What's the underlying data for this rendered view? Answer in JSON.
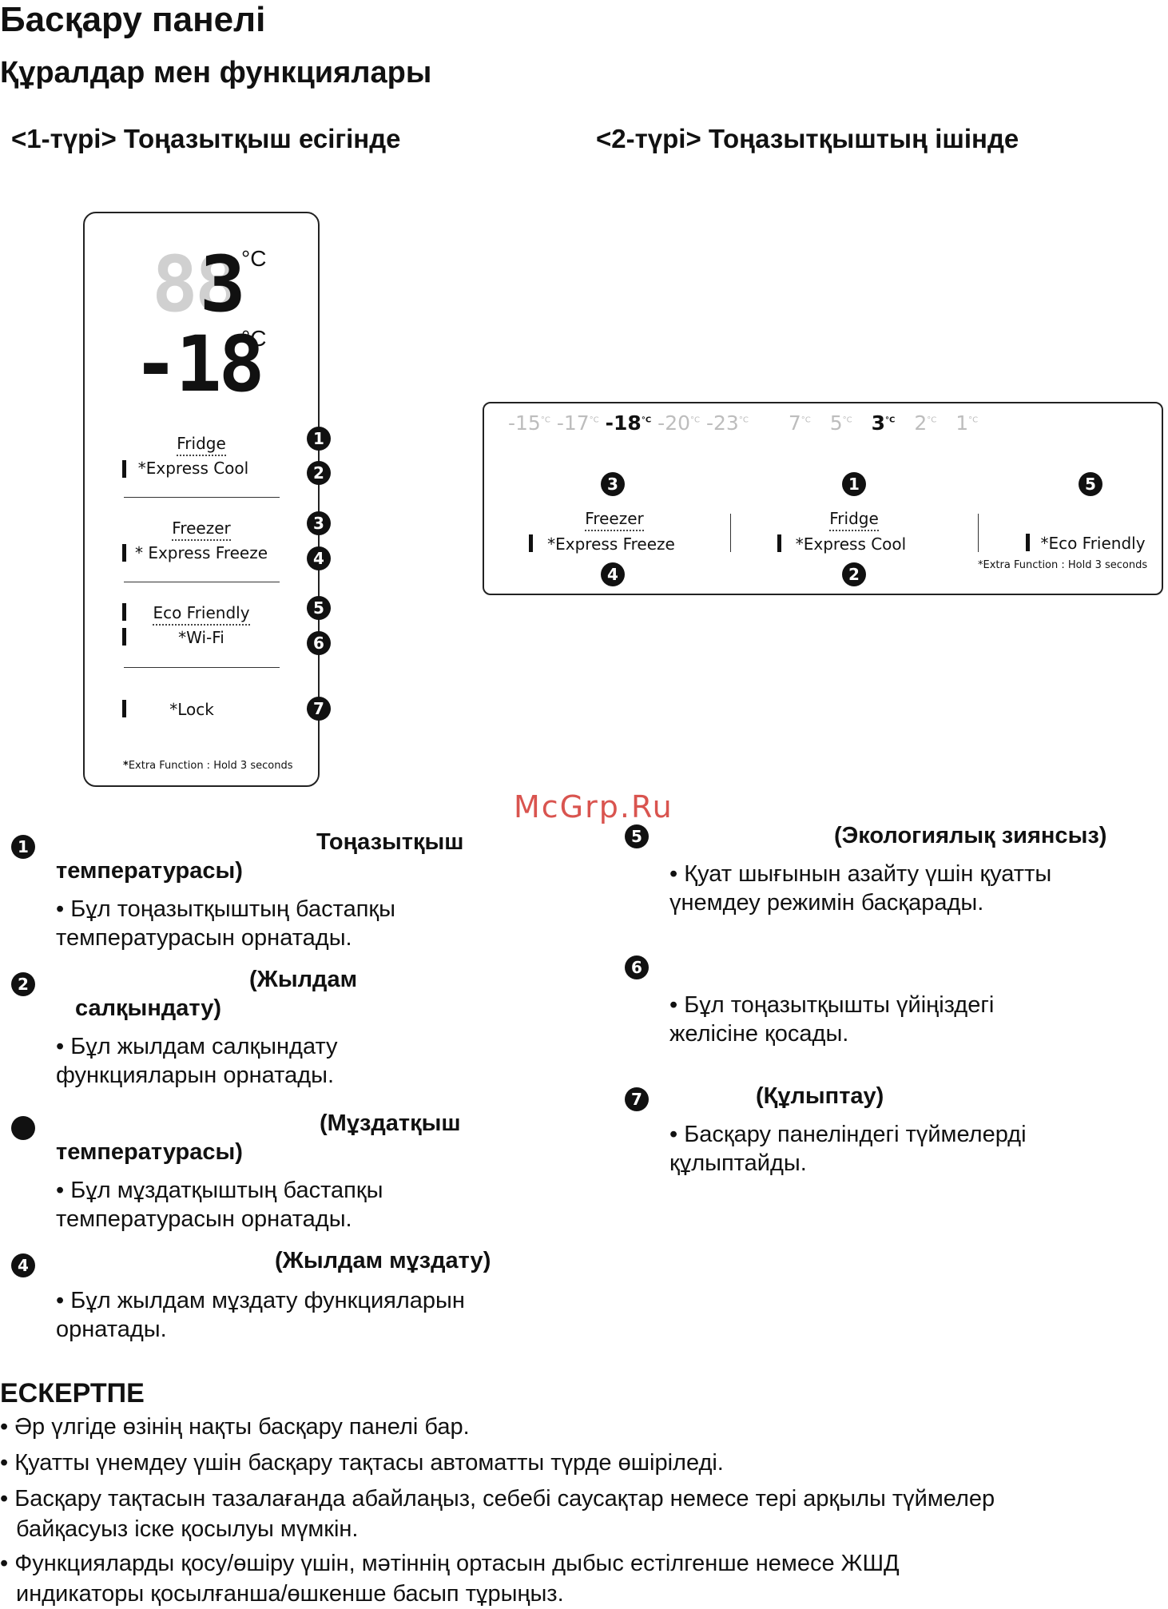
{
  "page": {
    "title": "Басқару панелі",
    "subtitle": "Құралдар мен функциялары",
    "type1_heading": "<1-түрі> Тоңазытқыш есігінде",
    "type2_heading": "<2-түрі> Тоңазытқыштың ішінде"
  },
  "panel1": {
    "display_top": "3",
    "display_top_ghost": "88",
    "display_bottom": "-18",
    "unit": "°C",
    "fridge": "Fridge",
    "express_cool": "*Express Cool",
    "freezer": "Freezer",
    "express_freeze": "* Express Freeze",
    "eco_friendly": "Eco Friendly",
    "wifi": "*Wi-Fi",
    "lock": "*Lock",
    "extra_note_star": "*",
    "extra_note": "Extra Function : Hold 3 seconds"
  },
  "panel2": {
    "freezer_temps": [
      "-15",
      "-17",
      "-18",
      "-20",
      "-23"
    ],
    "fridge_temps": [
      "7",
      "5",
      "3",
      "2",
      "1"
    ],
    "temp_unit": "°C",
    "freezer": "Freezer",
    "express_freeze": "*Express Freeze",
    "fridge": "Fridge",
    "express_cool": "*Express Cool",
    "eco_friendly": "*Eco Friendly",
    "extra_note": "*Extra Function : Hold 3 seconds"
  },
  "numbers": [
    "1",
    "2",
    "3",
    "4",
    "5",
    "6",
    "7"
  ],
  "watermark": "McGrp.Ru",
  "descriptions": {
    "item1": {
      "title_a": "Тоңазытқыш",
      "title_b": "температурасы)",
      "text": "Бұл тоңазытқыштың бастапқы температурасын орнатады."
    },
    "item2": {
      "title_a": "(Жылдам",
      "title_b": "салқындату)",
      "text": "Бұл жылдам салқындату функцияларын орнатады."
    },
    "item3": {
      "title_a": "(Мұздатқыш",
      "title_b": "температурасы)",
      "text": "Бұл мұздатқыштың бастапқы температурасын орнатады."
    },
    "item4": {
      "title_a": "(Жылдам мұздату)",
      "text": "Бұл жылдам мұздату функцияларын орнатады."
    },
    "item5": {
      "title_a": "(Экологиялық зиянсыз)",
      "text": "Қуат шығынын азайту үшін қуатты үнемдеу режимін басқарады."
    },
    "item6": {
      "text": "Бұл тоңазытқышты үйіңіздегі желісіне қосады."
    },
    "item7": {
      "title_a": "(Құлыптау)",
      "text": "Басқару панеліндегі түймелерді құлыптайды."
    }
  },
  "note": {
    "title": "ЕСКЕРТПЕ",
    "items": [
      "Әр үлгіде өзінің нақты басқару панелі бар.",
      "Қуатты үнемдеу үшін басқару тақтасы автоматты түрде өшіріледі.",
      "Басқару тақтасын тазалағанда абайлаңыз, себебі саусақтар немесе тері арқылы түймелер байқасуыз іске қосылуы мүмкін.",
      "Функцияларды қосу/өшіру үшін, мәтіннің ортасын дыбыс естілгенше немесе ЖШД индикаторы  қосылғанша/өшкенше басып тұрыңыз."
    ]
  }
}
